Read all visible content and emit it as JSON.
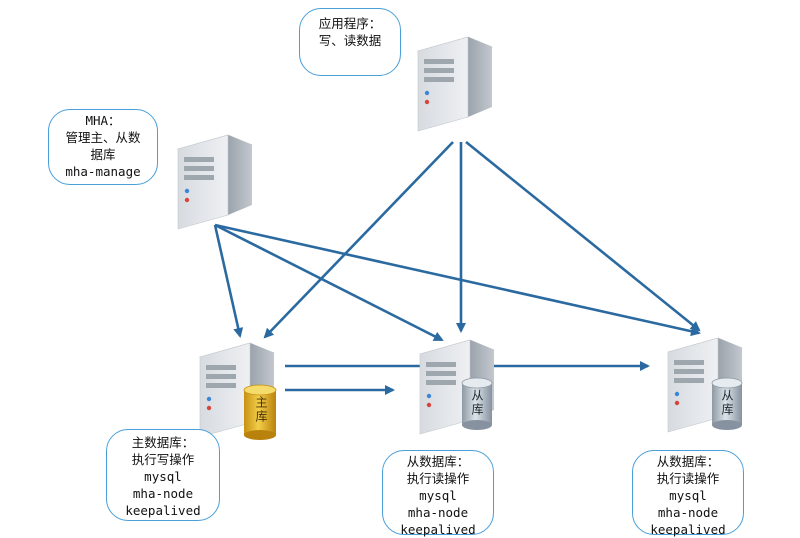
{
  "callouts": {
    "app": [
      "应用程序：",
      "写、读数据"
    ],
    "mha": [
      "MHA：",
      "管理主、从数",
      "据库",
      "mha-manage"
    ],
    "master": [
      "主数据库：",
      "执行写操作",
      "mysql",
      "mha-node",
      "keepalived"
    ],
    "slave1": [
      "从数据库：",
      "执行读操作",
      "mysql",
      "mha-node",
      "keepalived"
    ],
    "slave2": [
      "从数据库：",
      "执行读操作",
      "mysql",
      "mha-node",
      "keepalived"
    ]
  },
  "db_tags": {
    "master": "主库",
    "slave1": "从库",
    "slave2": "从库"
  },
  "colors": {
    "arrow": "#2b6aa0",
    "callout_border": "#4a9fd8",
    "master_db": "#e0b020",
    "slave_db": "#b7c3cc"
  },
  "icons": [
    "server-icon",
    "database-cylinder-icon",
    "arrow-icon"
  ]
}
